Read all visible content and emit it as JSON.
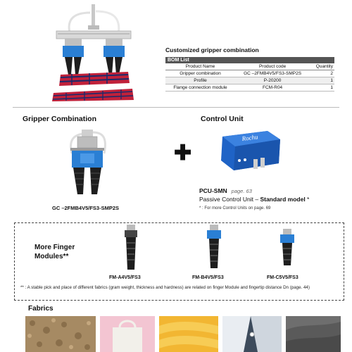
{
  "bom": {
    "title": "Customized gripper combination",
    "header": "BOM List",
    "columns": [
      "Product Name",
      "Product code",
      "Quantity"
    ],
    "rows": [
      [
        "Gripper combination",
        "GC –2FMB4V5/FS3-SMP2S",
        "2"
      ],
      [
        "Profile",
        "P-20200",
        "1"
      ],
      [
        "Flange connection module",
        "FCM-R04",
        "1"
      ]
    ]
  },
  "gripper": {
    "title": "Gripper Combination",
    "code": "GC –2FMB4V5/FS3-SMP2S"
  },
  "control": {
    "title": "Control Unit",
    "name": "PCU-SMN",
    "page": "page. 63",
    "desc_prefix": "Passive Control Unit – ",
    "desc_bold": "Standard model",
    "desc_suffix": " *",
    "note": "* : For more Control Units on page. 69",
    "brand": "Rochu"
  },
  "fingers": {
    "title_line1": "More Finger",
    "title_line2": "Modules**",
    "items": [
      {
        "label": "FM-A4V5/FS3"
      },
      {
        "label": "FM-B4V5/FS3"
      },
      {
        "label": "FM-C5V5/FS3"
      }
    ],
    "note": "** : A stable pick and place of different fabrics (gram weight, thickness and hardness) are related on finger Module and fingertip distance Dn (page. 44)"
  },
  "fabrics": {
    "title": "Fabrics"
  },
  "colors": {
    "blue": "#2a7fd4",
    "control_blue": "#1f63c6",
    "finger_dark": "#1e1e1e",
    "plaid_red": "#c0213a"
  }
}
